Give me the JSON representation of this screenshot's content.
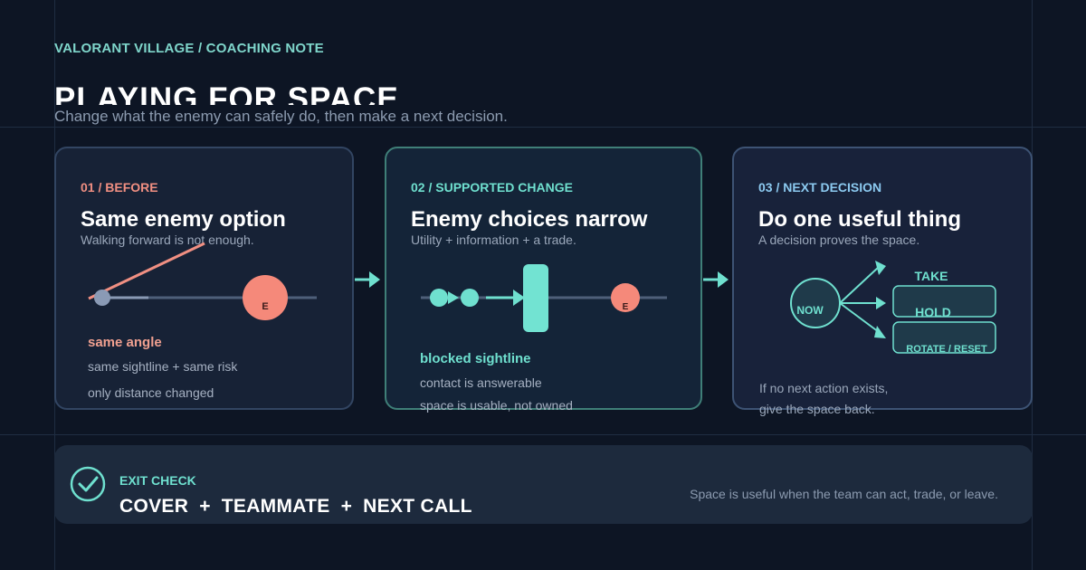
{
  "header": {
    "eyebrow": "VALORANT VILLAGE / COACHING NOTE",
    "title": "PLAYING FOR SPACE",
    "subtitle": "Change what the enemy can safely do, then make a next decision."
  },
  "cards": [
    {
      "tag": "01 / BEFORE",
      "heading": "Same enemy option",
      "desc": "Walking forward is not enough.",
      "enemy_label": "E",
      "note_title": "same angle",
      "note_lines": [
        "same sightline + same risk",
        "only distance changed"
      ]
    },
    {
      "tag": "02 / SUPPORTED CHANGE",
      "heading": "Enemy choices narrow",
      "desc": "Utility + information + a trade.",
      "enemy_label": "E",
      "note_title": "blocked sightline",
      "note_lines": [
        "contact is answerable",
        "space is usable, not owned"
      ]
    },
    {
      "tag": "03 / NEXT DECISION",
      "heading": "Do one useful thing",
      "desc": "A decision proves the space.",
      "now_label": "NOW",
      "options": [
        "TAKE",
        "HOLD",
        "ROTATE / RESET"
      ],
      "footer_lines": [
        "If no next action exists,",
        "give the space back."
      ]
    }
  ],
  "exit": {
    "label": "EXIT CHECK",
    "items": [
      "COVER",
      "TEAMMATE",
      "NEXT CALL"
    ],
    "aside": "Space is useful when the team can act, trade, or leave."
  },
  "colors": {
    "background": "#0d1524",
    "teal": "#6fe0cf",
    "coral": "#f08f82",
    "enemy": "#f5897a",
    "player": "#8a9ab5"
  }
}
